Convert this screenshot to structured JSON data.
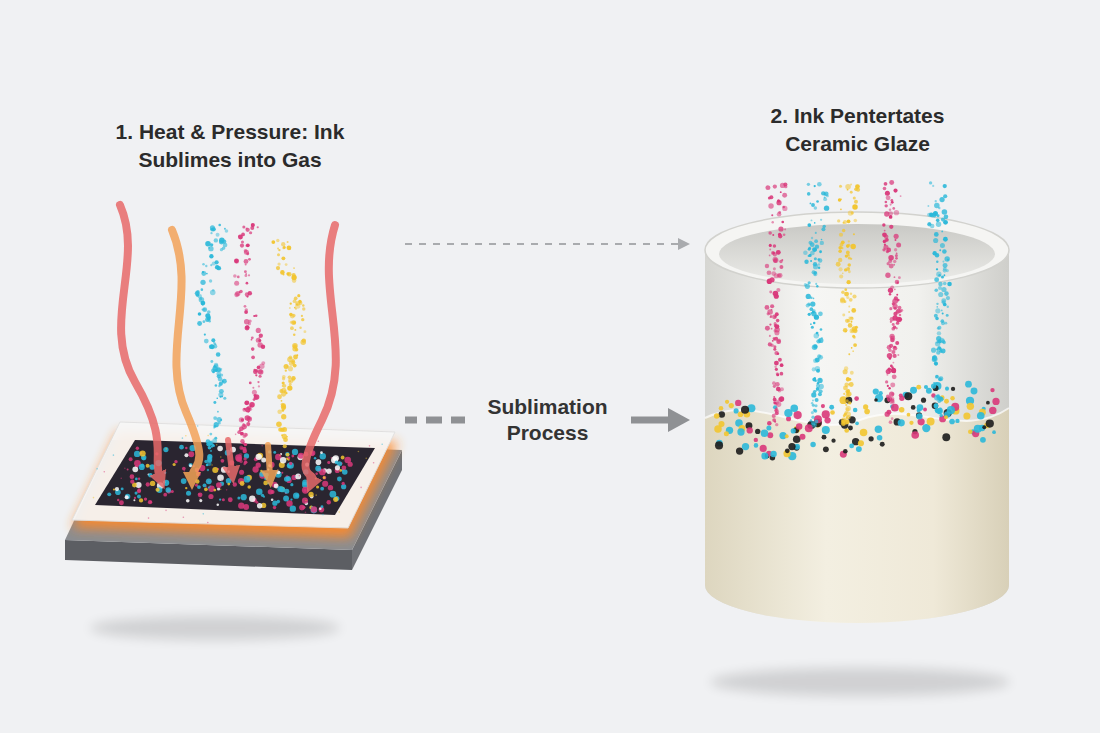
{
  "diagram": {
    "nodes": [
      {
        "text": [
          "1. Heat & Pressure: Ink Sublimes into Gas"
        ]
      },
      {
        "text": [
          "2. Ink Pentertates Ceramic Glaze"
        ]
      }
    ],
    "edges": [
      {
        "from": 0,
        "to": 1,
        "arrow": "to"
      },
      {
        "from": 0,
        "to": 1,
        "label": "Sublimation Process",
        "arrow": "to"
      }
    ]
  }
}
